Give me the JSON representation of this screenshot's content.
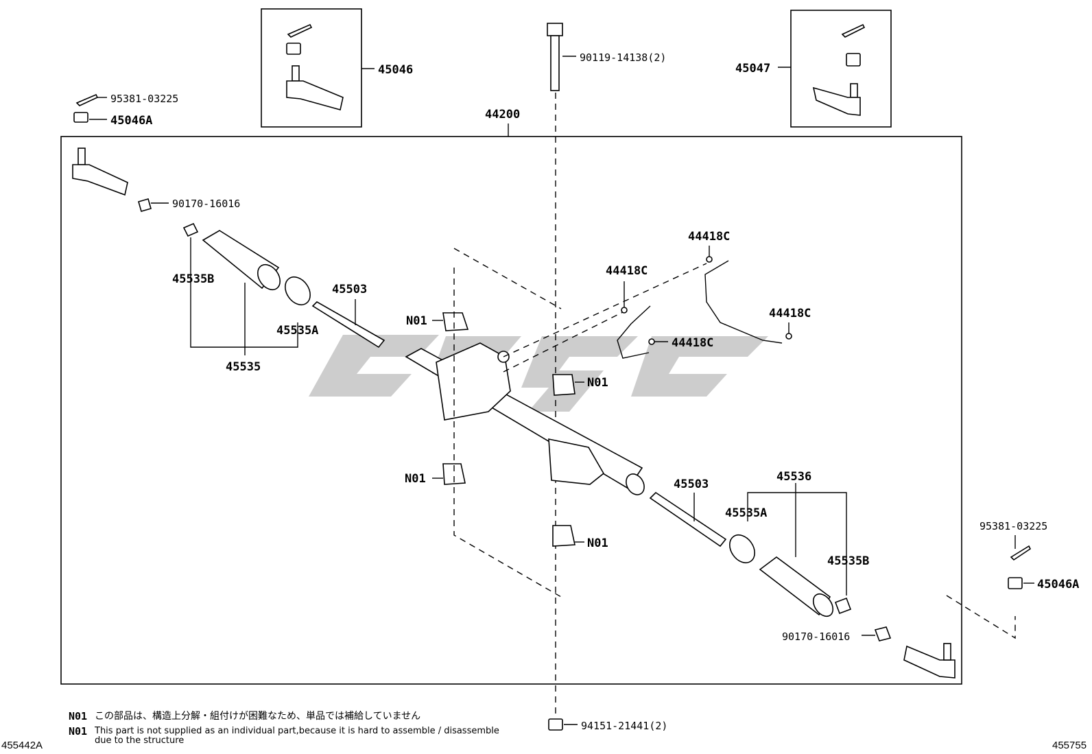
{
  "diagram": {
    "assembly_label": "44200",
    "labels": {
      "bolt_top": "90119-14138(2)",
      "nut_bottom": "94151-21441(2)",
      "kit_left": "45046",
      "kit_right": "45047",
      "cotter_left": "95381-03225",
      "cotter_right": "95381-03225",
      "nut_left": "45046A",
      "nut_right": "45046A",
      "cap_left": "90170-16016",
      "cap_right": "90170-16016",
      "boot_b_left": "45535B",
      "boot_b_right": "45535B",
      "clamp_a_left": "45535A",
      "clamp_a_right": "45535A",
      "boot_kit_left": "45535",
      "boot_kit_right": "45536",
      "rod_left": "45503",
      "rod_right": "45503",
      "tube_1": "44418C",
      "tube_2": "44418C",
      "tube_3": "44418C",
      "tube_4": "44418C",
      "n01_a": "N01",
      "n01_b": "N01",
      "n01_c": "N01",
      "n01_d": "N01"
    },
    "watermark_color": "#c8c8c8"
  },
  "notes": [
    {
      "code": "N01",
      "text": "この部品は、構造上分解・組付けが困難なため、単品では補給していません"
    },
    {
      "code": "N01",
      "text": "This part is not supplied as an individual part,because it is hard to assemble / disassemble due to the structure"
    }
  ],
  "corner_left": "455442A",
  "corner_right": "455755"
}
